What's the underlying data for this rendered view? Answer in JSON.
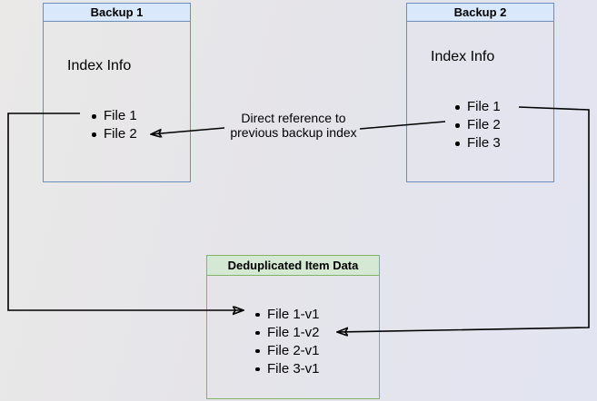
{
  "diagram": {
    "backup1": {
      "title": "Backup 1",
      "subtitle": "Index Info",
      "files": [
        "File 1",
        "File 2"
      ]
    },
    "backup2": {
      "title": "Backup 2",
      "subtitle": "Index Info",
      "files": [
        "File 1",
        "File 2",
        "File 3"
      ]
    },
    "dedup": {
      "title": "Deduplicated Item Data",
      "files": [
        "File 1-v1",
        "File 1-v2",
        "File 2-v1",
        "File 3-v1"
      ]
    },
    "edge_label": {
      "line1": "Direct reference to",
      "line2": "previous backup index"
    }
  },
  "colors": {
    "blue_header_fill": "#dae8fc",
    "blue_border": "#6c8ebf",
    "green_header_fill": "#d5e8d4",
    "green_border": "#82b366",
    "arrow": "#000000"
  }
}
